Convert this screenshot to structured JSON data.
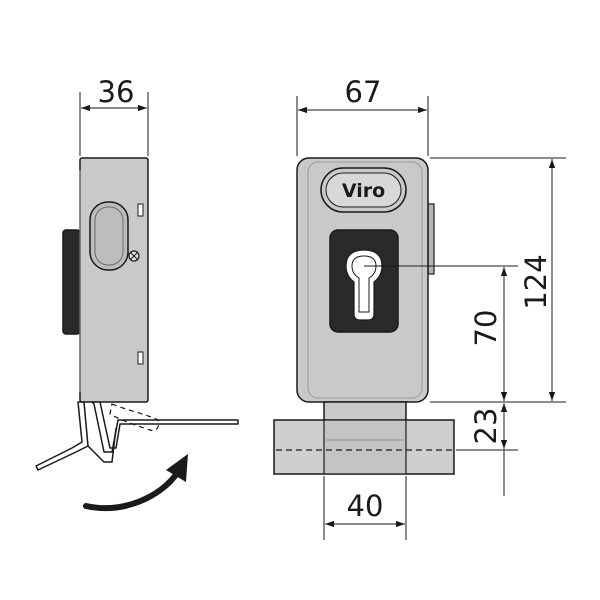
{
  "brand": "Viro",
  "dimensions": {
    "side_width": "36",
    "front_width": "67",
    "total_height": "124",
    "cylinder_height": "70",
    "base_height": "23",
    "base_width": "40"
  },
  "colors": {
    "body": "#c9c9c9",
    "body_shade": "#b4b4b4",
    "base": "#cfcfcf",
    "dark": "#2a2a2a",
    "line": "#1a1a1a"
  },
  "icons": [
    "keyhole-icon",
    "rotation-arrow-icon",
    "screw-icon"
  ]
}
